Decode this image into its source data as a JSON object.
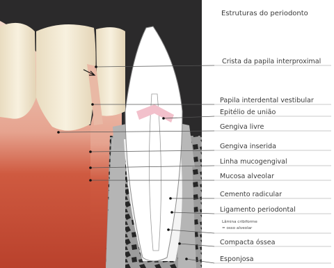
{
  "title": "Estruturas do periodonto",
  "labels": [
    {
      "id": "crista",
      "text": "Crista da papila interproximal"
    },
    {
      "id": "papila-vest",
      "text": "Papila interdental vestibular"
    },
    {
      "id": "epitelio",
      "text": "Epitélio de união"
    },
    {
      "id": "gengiva-livre",
      "text": "Gengiva livre"
    },
    {
      "id": "gengiva-inserida",
      "text": "Gengiva inserida"
    },
    {
      "id": "linha-muco",
      "text": "Linha mucogengival"
    },
    {
      "id": "mucosa",
      "text": "Mucosa alveolar"
    },
    {
      "id": "cemento",
      "text": "Cemento radicular"
    },
    {
      "id": "ligamento",
      "text": "Ligamento periodontal"
    },
    {
      "id": "lamina",
      "text": "Lâmina cribiforme",
      "text2": "= osso alveolar"
    },
    {
      "id": "compacta",
      "text": "Compacta óssea"
    },
    {
      "id": "esponjosa",
      "text": "Esponjosa"
    }
  ],
  "colors": {
    "gingiva": "#e8b7a3",
    "mucosa": "#c8432c",
    "enamel": "#f3ebd4",
    "background": "#2b2a2b",
    "bone_gray": "#a9a9a9",
    "tooth_white": "#ffffff"
  }
}
